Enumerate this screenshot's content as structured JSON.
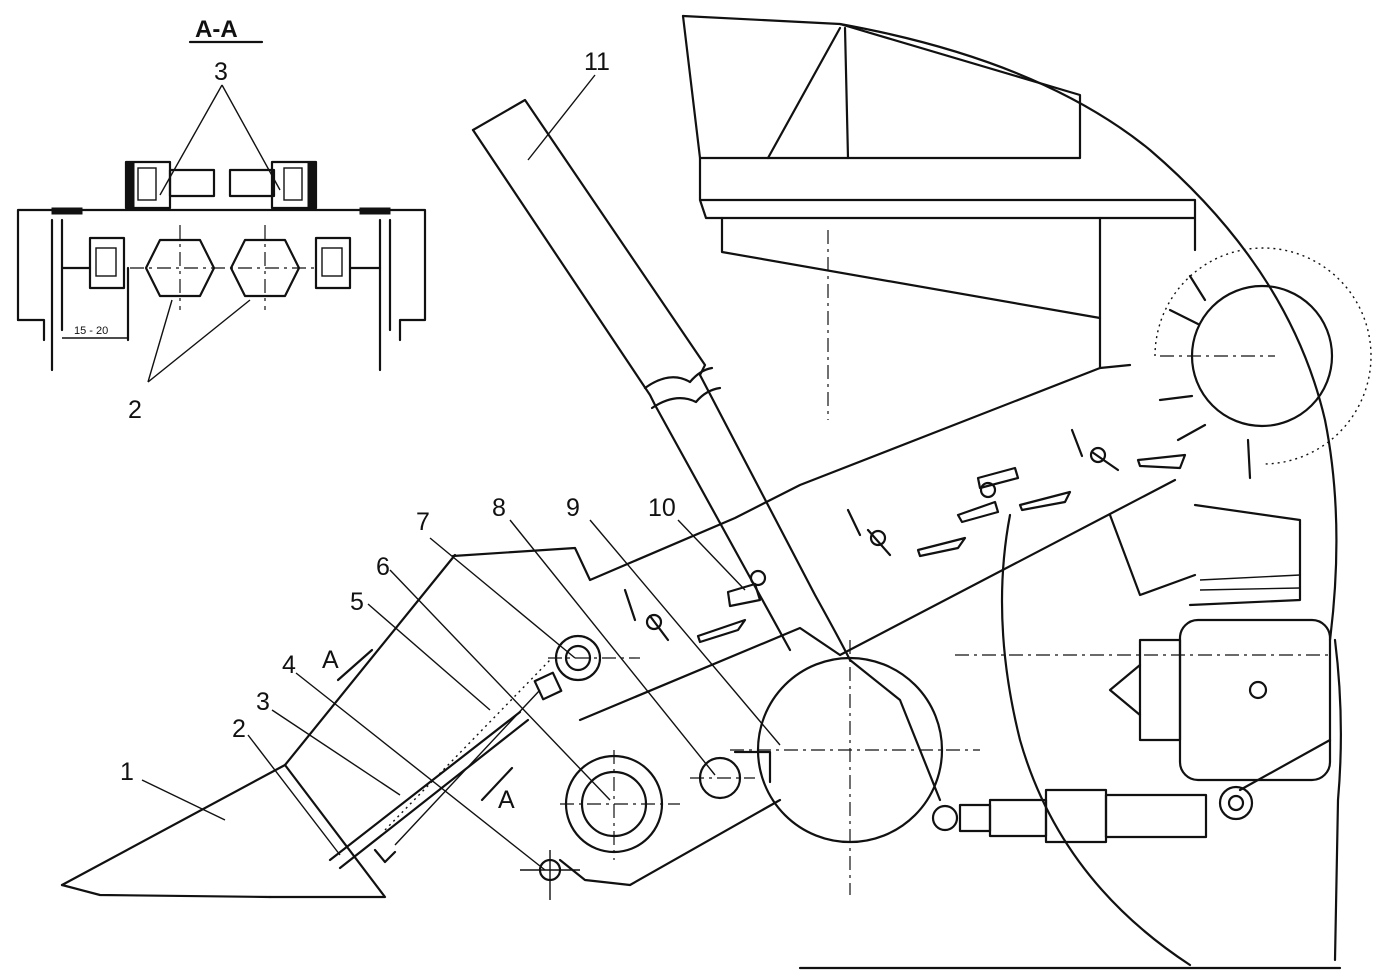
{
  "section_title": "A-A",
  "section_mark": "A",
  "inset_dim": "15 - 20",
  "inset_labels": {
    "top": "3",
    "bottom": "2"
  },
  "callouts": [
    {
      "id": "1",
      "text": "1"
    },
    {
      "id": "2",
      "text": "2"
    },
    {
      "id": "3",
      "text": "3"
    },
    {
      "id": "4",
      "text": "4"
    },
    {
      "id": "5",
      "text": "5"
    },
    {
      "id": "6",
      "text": "6"
    },
    {
      "id": "7",
      "text": "7"
    },
    {
      "id": "8",
      "text": "8"
    },
    {
      "id": "9",
      "text": "9"
    },
    {
      "id": "10",
      "text": "10"
    },
    {
      "id": "11",
      "text": "11"
    }
  ]
}
